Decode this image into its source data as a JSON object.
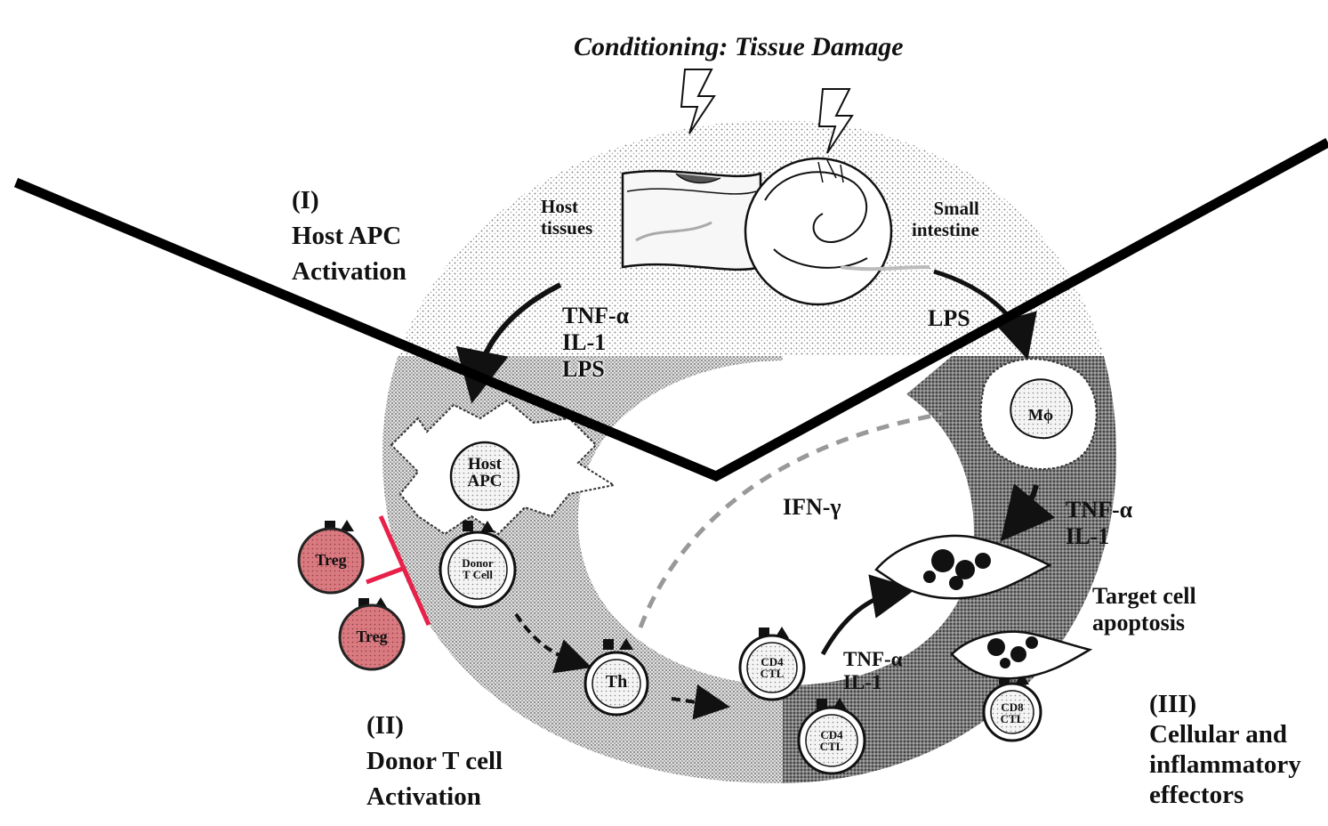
{
  "title": "Conditioning: Tissue Damage",
  "phase_1": {
    "number": "(I)",
    "line1": "Host APC",
    "line2": "Activation"
  },
  "phase_2": {
    "number": "(II)",
    "line1": "Donor T cell",
    "line2": "Activation"
  },
  "phase_3": {
    "number": "(III)",
    "line1": "Cellular and",
    "line2": "inflammatory",
    "line3": "effectors"
  },
  "tissues": {
    "host_line1": "Host",
    "host_line2": "tissues",
    "si_line1": "Small",
    "si_line2": "intestine"
  },
  "cytokines_1": {
    "line1": "TNF-α",
    "line2": "IL-1",
    "line3": "LPS"
  },
  "lps_label": "LPS",
  "ifn_label": "IFN-γ",
  "cytokines_3": {
    "line1": "TNF-α",
    "line2": "IL-1"
  },
  "cytokines_cd4": {
    "line1": "TNF-α",
    "line2": "IL-1"
  },
  "target": {
    "line1": "Target cell",
    "line2": "apoptosis"
  },
  "cells": {
    "host_apc": {
      "line1": "Host",
      "line2": "APC"
    },
    "donor_t": {
      "line1": "Donor",
      "line2": "T Cell"
    },
    "th": "Th",
    "cd4_ctl_top": {
      "line1": "CD4",
      "line2": "CTL"
    },
    "cd4_ctl_bottom": {
      "line1": "CD4",
      "line2": "CTL"
    },
    "cd8_ctl": {
      "line1": "CD8",
      "line2": "CTL"
    },
    "macrophage": "Mϕ",
    "treg_1": "Treg",
    "treg_2": "Treg"
  },
  "colors": {
    "treg_fill": "#d97a80",
    "inhibit_line": "#e8204a",
    "ring_light": "#d9d9d9",
    "ring_dark": "#8c8c8c",
    "overlay_line": "#000000"
  }
}
